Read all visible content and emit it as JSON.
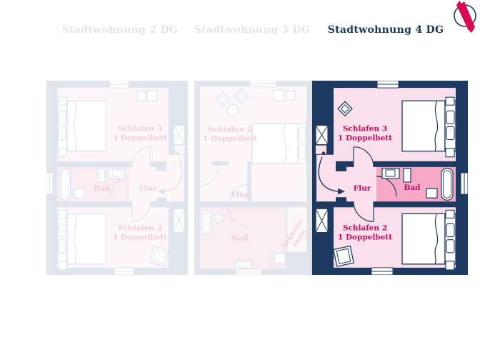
{
  "header": {
    "tabs": [
      {
        "label": "Stadtwohnung 2 DG",
        "active": false
      },
      {
        "label": "Stadtwohnung 3 DG",
        "active": false
      },
      {
        "label": "Stadtwohnung 4 DG",
        "active": true
      }
    ]
  },
  "logo": {
    "icon": "ribbon-circle-logo"
  },
  "colors": {
    "navy_wall": "#1f3a60",
    "room_pink": "#fbdfeb",
    "bath_pink": "#f5a9c6",
    "label_crimson": "#bf0f62",
    "inactive_tab_gray": "#e4e5e9",
    "logo_ribbon": "#d60b52",
    "faded_wall": "#e0e4ed"
  },
  "plans": {
    "active": {
      "schlafen3_line1": "Schlafen 3",
      "schlafen3_line2": "1 Doppelbett",
      "flur": "Flur",
      "bad": "Bad",
      "schlafen2_line1": "Schlafen 2",
      "schlafen2_line2": "1 Doppelbett"
    },
    "left": {
      "schlafen3_line1": "Schlafen 3",
      "schlafen3_line2": "1 Doppelbett",
      "bad": "Bad",
      "flur": "Flur",
      "schlafen2_line1": "Schlafen 2",
      "schlafen2_line2": "1 Doppelbett"
    },
    "middle": {
      "schlafen2_line1": "Schlafen 2",
      "schlafen2_line2": "1 Doppelbett",
      "flur": "Flur",
      "bad": "Bad",
      "ankleide_line1": "Ankleide-",
      "ankleide_line2": "raum"
    }
  }
}
